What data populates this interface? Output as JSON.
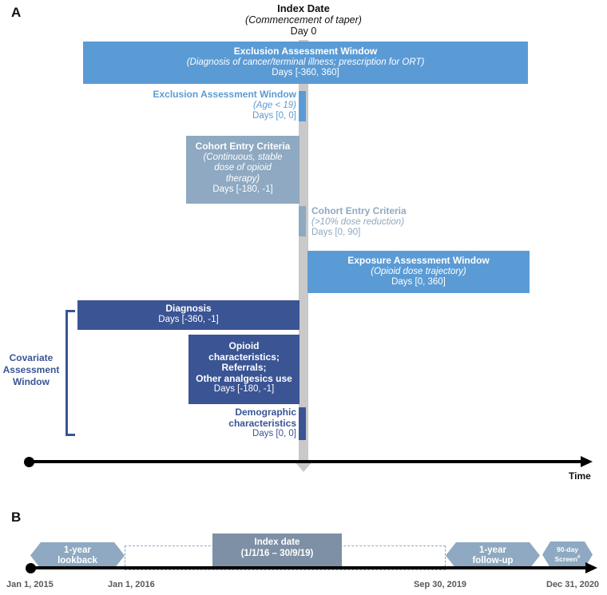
{
  "colors": {
    "light_blue": "#5b9bd5",
    "blue_gray": "#8ea9c1",
    "dark_blue": "#3a5494",
    "gray_bar": "#c9c9c9",
    "panel_b_box": "#7d90a5",
    "date_text": "#595959"
  },
  "panel_a": {
    "label": "A",
    "index_date": {
      "title": "Index Date",
      "subtitle": "(Commencement of taper)",
      "day": "Day 0"
    },
    "exclusion_main": {
      "title": "Exclusion Assessment Window",
      "subtitle": "(Diagnosis of cancer/terminal illness; prescription for ORT)",
      "days": "Days [-360, 360]"
    },
    "exclusion_age": {
      "title": "Exclusion Assessment Window",
      "subtitle": "(Age < 19)",
      "days": "Days [0, 0]"
    },
    "cohort_entry_stable": {
      "title": "Cohort Entry Criteria",
      "subtitle": "(Continuous, stable\ndose of opioid\ntherapy)",
      "days": "Days [-180, -1]"
    },
    "cohort_entry_reduction": {
      "title": "Cohort Entry Criteria",
      "subtitle": "(>10% dose reduction)",
      "days": "Days [0, 90]"
    },
    "exposure": {
      "title": "Exposure Assessment Window",
      "subtitle": "(Opioid dose trajectory)",
      "days": "Days [0, 360]"
    },
    "diagnosis": {
      "title": "Diagnosis",
      "days": "Days [-360, -1]"
    },
    "opioid_characteristics": {
      "title": "Opioid\ncharacteristics;\nReferrals;\nOther analgesics use",
      "days": "Days [-180, -1]"
    },
    "demographic": {
      "title": "Demographic\ncharacteristics",
      "days": "Days [0, 0]"
    },
    "covariate_label": "Covariate\nAssessment\nWindow",
    "time_label": "Time"
  },
  "panel_b": {
    "label": "B",
    "lookback": "1-year\nlookback",
    "index_date": {
      "title": "Index date",
      "subtitle": "(1/1/16 – 30/9/19)"
    },
    "followup": "1-year\nfollow-up",
    "screen": {
      "line1": "90-day",
      "line2": "Screen",
      "sup": "#"
    },
    "dates": [
      "Jan 1, 2015",
      "Jan 1, 2016",
      "Sep 30, 2019",
      "Dec 31, 2020"
    ]
  }
}
